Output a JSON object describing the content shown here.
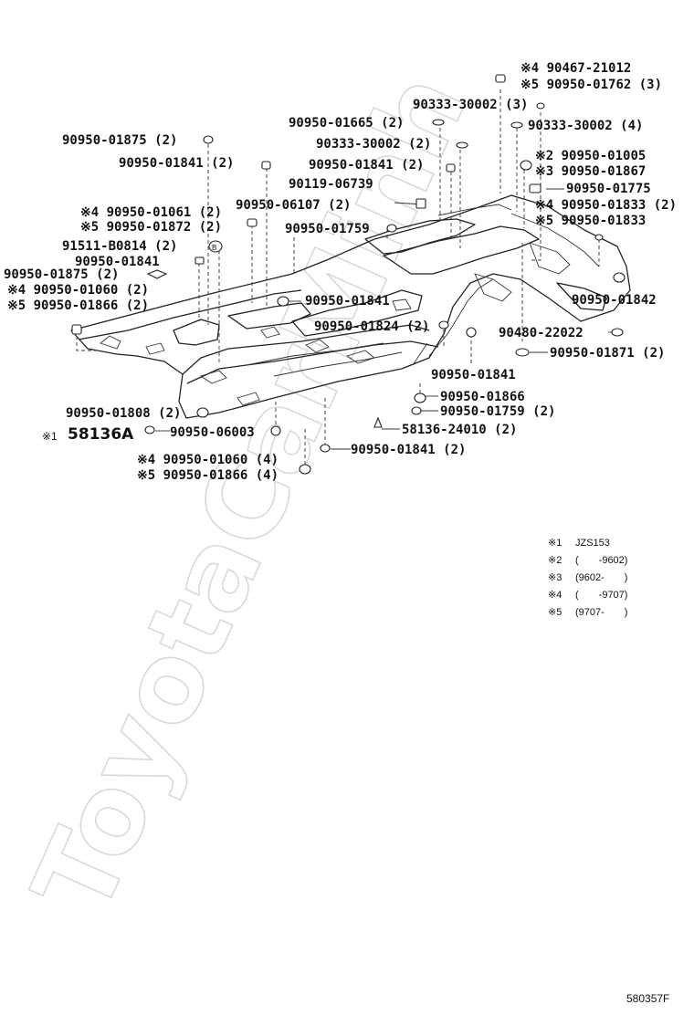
{
  "diagram": {
    "watermark": "ToyotaCarMinh",
    "figure_code": "580357F",
    "legend": [
      {
        "mark": "※1",
        "text": "JZS153"
      },
      {
        "mark": "※2",
        "text": "(　　-9602)"
      },
      {
        "mark": "※3",
        "text": "(9602-　　)"
      },
      {
        "mark": "※4",
        "text": "(　　-9707)"
      },
      {
        "mark": "※5",
        "text": "(9707-　　)"
      }
    ],
    "labels": {
      "l01": "※4 90467-21012",
      "l02": "※5 90950-01762 (3)",
      "l03": "90333-30002 (3)",
      "l04": "90950-01665 (2)",
      "l05": "90333-30002 (4)",
      "l06": "90950-01875 (2)",
      "l07": "90333-30002 (2)",
      "l08": "※2 90950-01005",
      "l09": "90950-01841 (2)",
      "l10": "90950-01841 (2)",
      "l11": "※3 90950-01867",
      "l12": "90119-06739",
      "l13": "90950-01775",
      "l14": "※4 90950-01061 (2)",
      "l15": "90950-06107 (2)",
      "l16": "※4 90950-01833 (2)",
      "l17": "※5 90950-01872 (2)",
      "l18": "90950-01759",
      "l19": "※5 90950-01833",
      "l20": "91511-B0814 (2)",
      "l21": "90950-01841",
      "l22": "90950-01875 (2)",
      "l23": "※4 90950-01060 (2)",
      "l24": "※5 90950-01866 (2)",
      "l25": "90950-01841",
      "l26": "90950-01842",
      "l27": "90950-01824 (2)",
      "l28": "90480-22022",
      "l29": "90950-01871 (2)",
      "l30": "90950-01841",
      "l31": "90950-01866",
      "l32": "90950-01808 (2)",
      "l33": "90950-01759 (2)",
      "l34": "58136-24010 (2)",
      "l35": "※1",
      "l36": "58136A",
      "l37": "90950-06003",
      "l38": "90950-01841 (2)",
      "l39": "※4 90950-01060 (4)",
      "l40": "※5 90950-01866 (4)"
    }
  }
}
